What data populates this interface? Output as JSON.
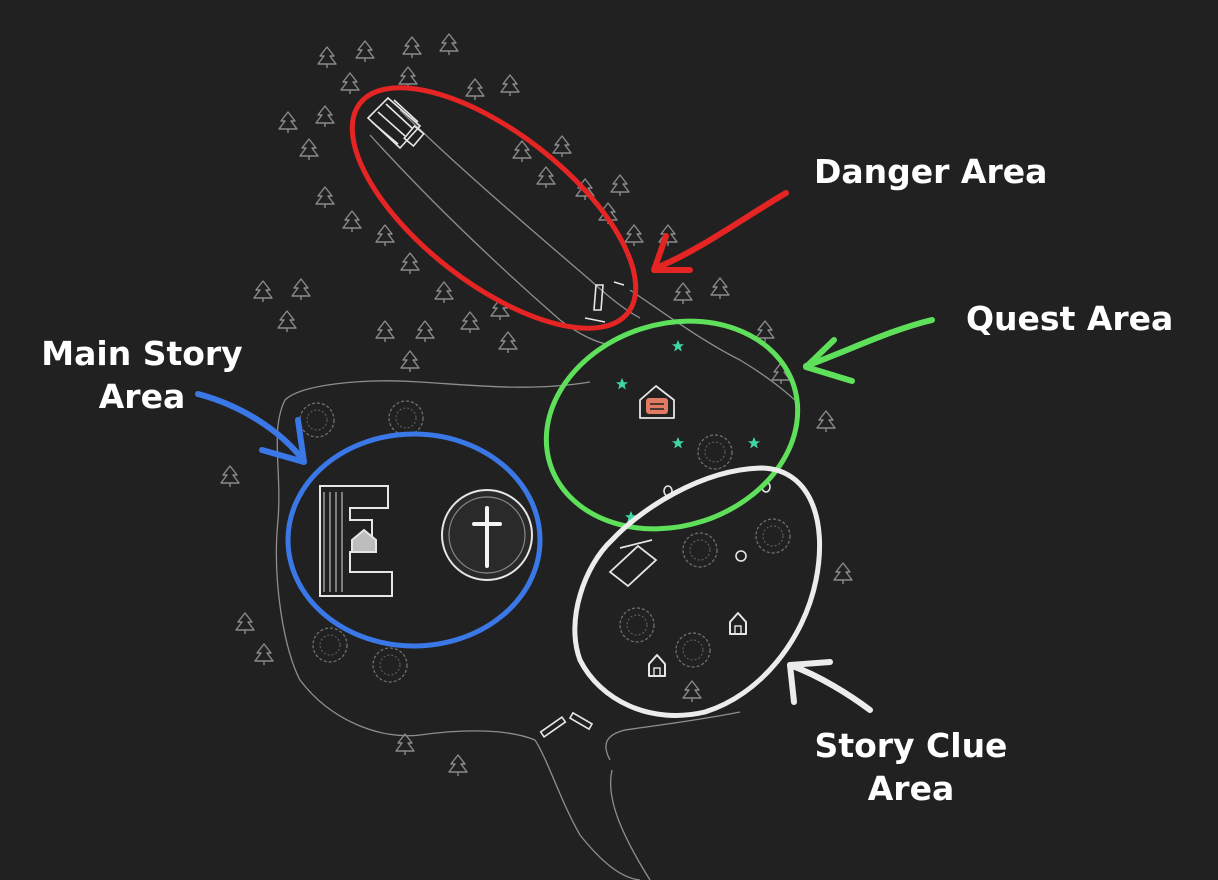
{
  "labels": {
    "danger": "Danger Area",
    "quest": "Quest Area",
    "main_story": [
      "Main Story",
      "Area"
    ],
    "story_clue": [
      "Story Clue",
      "Area"
    ]
  },
  "colors": {
    "background": "#212121",
    "sketch": "#bdbdbd",
    "danger": "#e52424",
    "quest": "#5fe05b",
    "main_story": "#3b78e7",
    "story_clue": "#ececec",
    "quest_marker": "#3fd6a0",
    "quest_house": "#e07a63"
  },
  "icons": {
    "trees": "pine-tree-icon",
    "bushes": "round-bush-icon",
    "church": "church-building-icon",
    "cross_circle": "cross-in-circle-icon",
    "houses": "house-icon",
    "quest_markers": "star-marker-icon",
    "quest_house": "quest-house-icon",
    "danger_building": "ruined-building-icon"
  }
}
